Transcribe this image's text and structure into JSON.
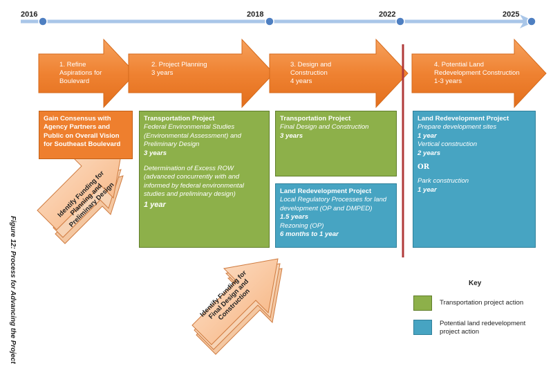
{
  "timeline": {
    "years": [
      "2016",
      "2018",
      "2022",
      "2025"
    ]
  },
  "phases": [
    {
      "line1": "1. Refine",
      "line2": "Aspirations for",
      "line3": "Boulevard"
    },
    {
      "line1": "2. Project Planning",
      "line2": "3 years"
    },
    {
      "line1": "3. Design and",
      "line2": "Construction",
      "line3": "4 years"
    },
    {
      "line1": "4. Potential Land",
      "line2": "Redevelopment Construction",
      "line3": "1-3 years"
    }
  ],
  "consensus_box": {
    "l1": "Gain Consensus with",
    "l2": "Agency Partners and",
    "l3": "Public on Overall Vision",
    "l4": "for Southeast Boulevard"
  },
  "planning_box": {
    "heading": "Transportation Project",
    "l1": "Federal Environmental Studies",
    "l2": "(Environmental Assessment) and",
    "l3": "Preliminary Design",
    "dur1": "3 years",
    "l4": "Determination of Excess ROW",
    "l5": "(advanced concurrently with and",
    "l6": "informed by federal environmental",
    "l7": "studies and preliminary design)",
    "dur2": "1 year"
  },
  "design_box": {
    "heading": "Transportation Project",
    "l1": "Final Design and Construction",
    "dur": "3 years"
  },
  "land_reg_box": {
    "heading": "Land Redevelopment Project",
    "l1": "Local Regulatory Processes for land",
    "l2": "development (OP and DMPED)",
    "dur1": "1.5 years",
    "l3": "Rezoning (OP)",
    "dur2": "6 months to 1 year"
  },
  "land_constr_box": {
    "heading": "Land Redevelopment Project",
    "l1": "Prepare development sites",
    "dur1": "1 year",
    "l2": "Vertical construction",
    "dur2": "2 years",
    "or": "OR",
    "l3": "Park construction",
    "dur3": "1 year"
  },
  "funding_arrows": [
    {
      "l1": "Identify Funding for",
      "l2": "Planning and",
      "l3": "Preliminary Design"
    },
    {
      "l1": "Identify Funding for",
      "l2": "Final Design and",
      "l3": "Construction"
    }
  ],
  "key": {
    "title": "Key",
    "green_label_1": "Transportation project action",
    "blue_label_1": "Potential land redevelopment",
    "blue_label_2": "project action",
    "green_color": "#8db04a",
    "blue_color": "#47a4c2",
    "orange_color": "#ee7f2e"
  },
  "caption": "Figure 12: Process for Advancing the Project"
}
